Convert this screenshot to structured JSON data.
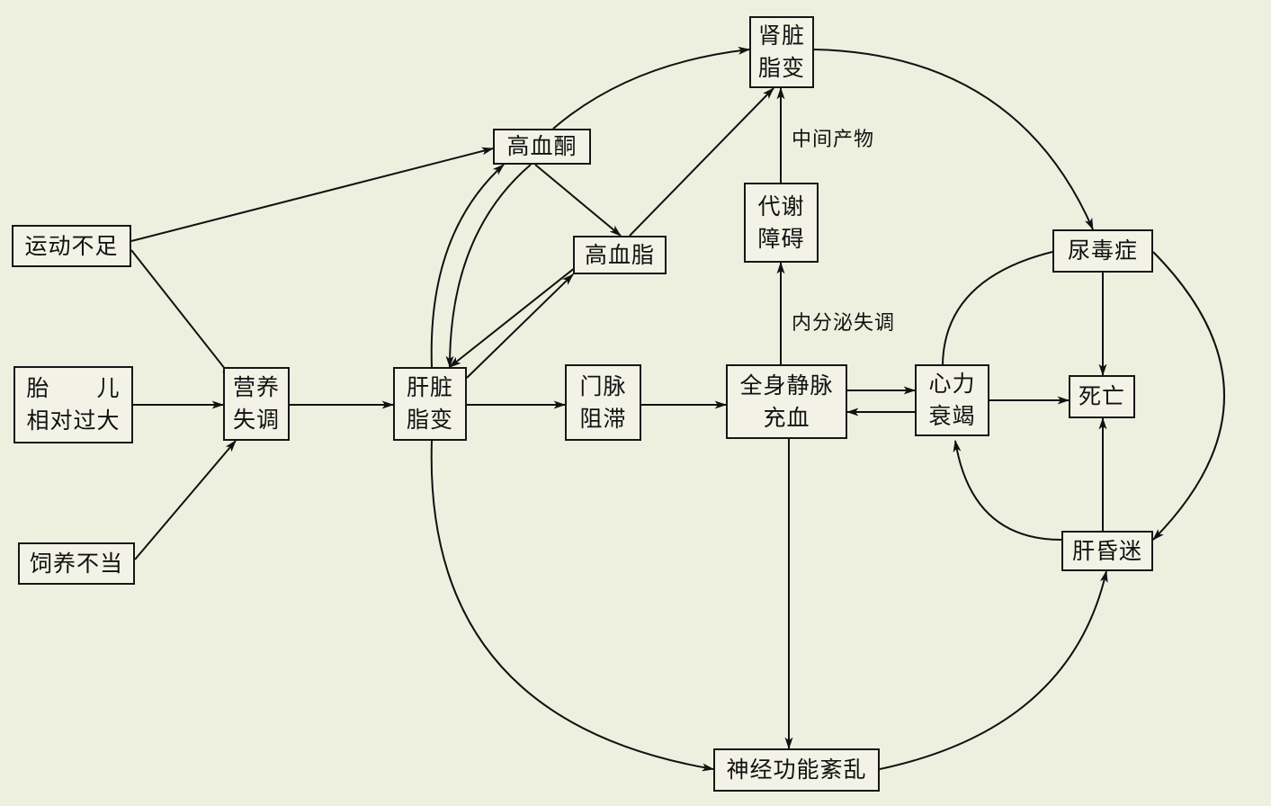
{
  "nodes": {
    "kidney_fatty": [
      "肾脏",
      "脂变"
    ],
    "ketonemia": "高血酮",
    "metabolic_disorder": [
      "代谢",
      "障碍"
    ],
    "lack_of_exercise": "运动不足",
    "hyperlipidemia": "高血脂",
    "uremia": "尿毒症",
    "fetus_large": [
      "胎　　儿",
      "相对过大"
    ],
    "malnutrition": [
      "营养",
      "失调"
    ],
    "liver_fatty": [
      "肝脏",
      "脂变"
    ],
    "portal_obstruction": [
      "门脉",
      "阻滞"
    ],
    "venous_congestion": [
      "全身静脉",
      "充血"
    ],
    "heart_failure": [
      "心力",
      "衰竭"
    ],
    "death": "死亡",
    "improper_feeding": "饲养不当",
    "hepatic_coma": "肝昏迷",
    "neuro_disorder": "神经功能紊乱"
  },
  "edge_labels": {
    "intermediate_products": "中间产物",
    "endocrine_disorder": "内分泌失调"
  }
}
